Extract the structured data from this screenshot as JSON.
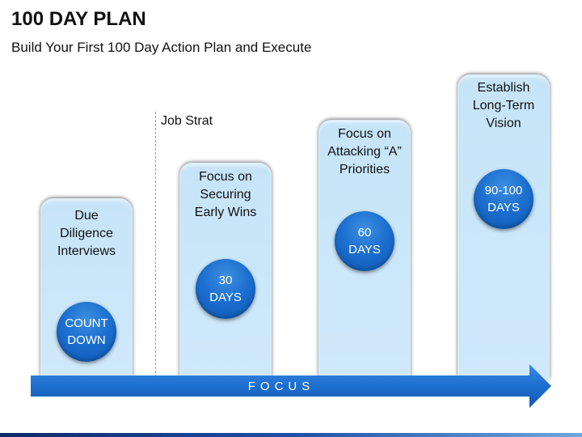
{
  "header": {
    "title": "100 DAY PLAN",
    "subtitle": "Build Your First 100 Day Action Plan and Execute"
  },
  "divider_label": "Job Strat",
  "columns": [
    {
      "text": "Due\nDiligence\nInterviews",
      "badge": "COUNT\nDOWN"
    },
    {
      "text": "Focus on\nSecuring\nEarly Wins",
      "badge": "30\nDAYS"
    },
    {
      "text": "Focus on\nAttacking “A”\nPriorities",
      "badge": "60\nDAYS"
    },
    {
      "text": "Establish\nLong-Term\nVision",
      "badge": "90-100\nDAYS"
    }
  ],
  "arrow_label": "FOCUS",
  "colors": {
    "column_fill": "#c6e4f8",
    "circle_fill": "#1c6fd0",
    "arrow_fill": "#1d6fcf",
    "footer_dark": "#0d2a6b"
  }
}
